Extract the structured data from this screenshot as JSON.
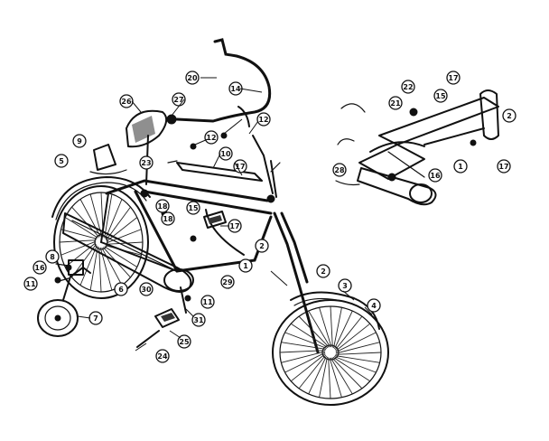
{
  "callouts": {
    "main": [
      {
        "id": "c20",
        "label": "20"
      },
      {
        "id": "c14",
        "label": "14"
      },
      {
        "id": "c26",
        "label": "26"
      },
      {
        "id": "c27",
        "label": "27"
      },
      {
        "id": "c12a",
        "label": "12"
      },
      {
        "id": "c12b",
        "label": "12"
      },
      {
        "id": "c9",
        "label": "9"
      },
      {
        "id": "c5",
        "label": "5"
      },
      {
        "id": "c23",
        "label": "23"
      },
      {
        "id": "c10",
        "label": "10"
      },
      {
        "id": "c17a",
        "label": "17"
      },
      {
        "id": "c18a",
        "label": "18"
      },
      {
        "id": "c18b",
        "label": "18"
      },
      {
        "id": "c15",
        "label": "15"
      },
      {
        "id": "c17b",
        "label": "17"
      },
      {
        "id": "c2a",
        "label": "2"
      },
      {
        "id": "c1",
        "label": "1"
      },
      {
        "id": "c8",
        "label": "8"
      },
      {
        "id": "c16",
        "label": "16"
      },
      {
        "id": "c11a",
        "label": "11"
      },
      {
        "id": "c6",
        "label": "6"
      },
      {
        "id": "c30",
        "label": "30"
      },
      {
        "id": "c29",
        "label": "29"
      },
      {
        "id": "c11b",
        "label": "11"
      },
      {
        "id": "c31",
        "label": "31"
      },
      {
        "id": "c7",
        "label": "7"
      },
      {
        "id": "c25",
        "label": "25"
      },
      {
        "id": "c24",
        "label": "24"
      },
      {
        "id": "c2b",
        "label": "2"
      },
      {
        "id": "c3",
        "label": "3"
      },
      {
        "id": "c4",
        "label": "4"
      }
    ],
    "inset": [
      {
        "id": "i17a",
        "label": "17"
      },
      {
        "id": "i22",
        "label": "22"
      },
      {
        "id": "i15",
        "label": "15"
      },
      {
        "id": "i2",
        "label": "2"
      },
      {
        "id": "i21",
        "label": "21"
      },
      {
        "id": "i28",
        "label": "28"
      },
      {
        "id": "i16",
        "label": "16"
      },
      {
        "id": "i1",
        "label": "1"
      },
      {
        "id": "i17b",
        "label": "17"
      }
    ]
  }
}
